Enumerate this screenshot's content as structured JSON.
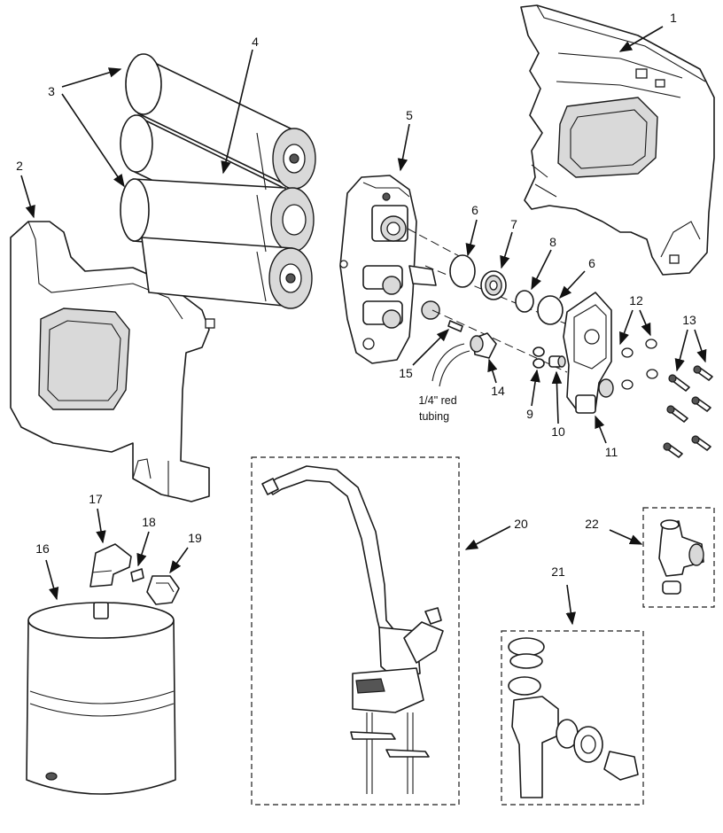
{
  "callouts": [
    "1",
    "2",
    "3",
    "4",
    "5",
    "6",
    "7",
    "8",
    "6",
    "9",
    "10",
    "11",
    "12",
    "13",
    "14",
    "15",
    "16",
    "17",
    "18",
    "19",
    "20",
    "21",
    "22"
  ],
  "notes": {
    "tubing_line1": "1/4\" red",
    "tubing_line2": "tubing"
  }
}
